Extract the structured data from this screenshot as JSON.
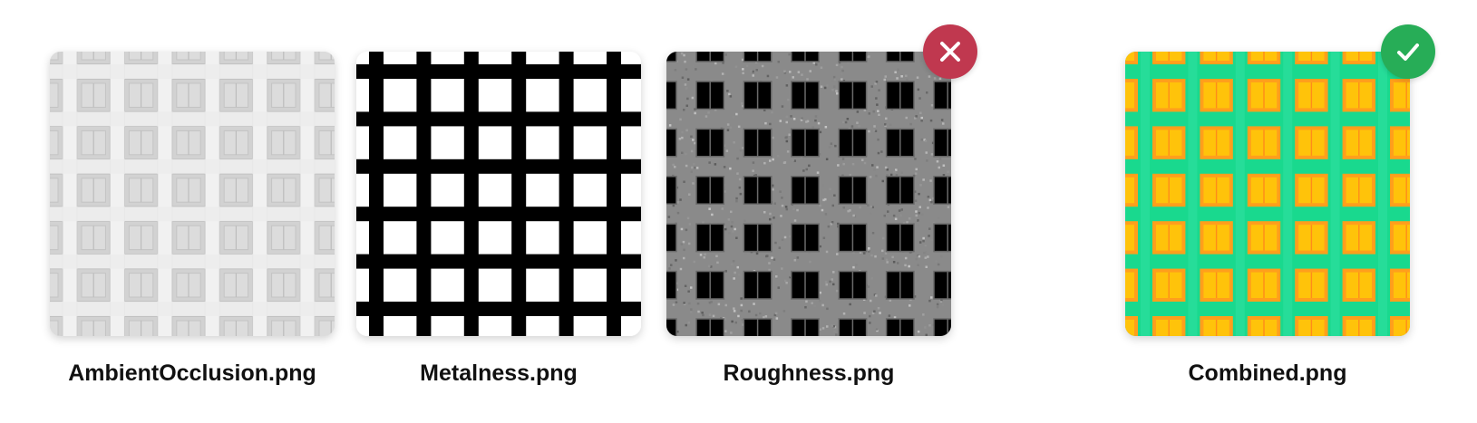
{
  "cards": [
    {
      "id": "ao",
      "label": "AmbientOcclusion.png",
      "style": "ao"
    },
    {
      "id": "metal",
      "label": "Metalness.png",
      "style": "metal"
    },
    {
      "id": "rough",
      "label": "Roughness.png",
      "style": "rough"
    },
    {
      "id": "combined",
      "label": "Combined.png",
      "style": "combined"
    }
  ],
  "badges": {
    "reject": {
      "icon": "x-icon",
      "color": "#c0384f"
    },
    "accept": {
      "icon": "checkmark-icon",
      "color": "#27ad57"
    }
  }
}
